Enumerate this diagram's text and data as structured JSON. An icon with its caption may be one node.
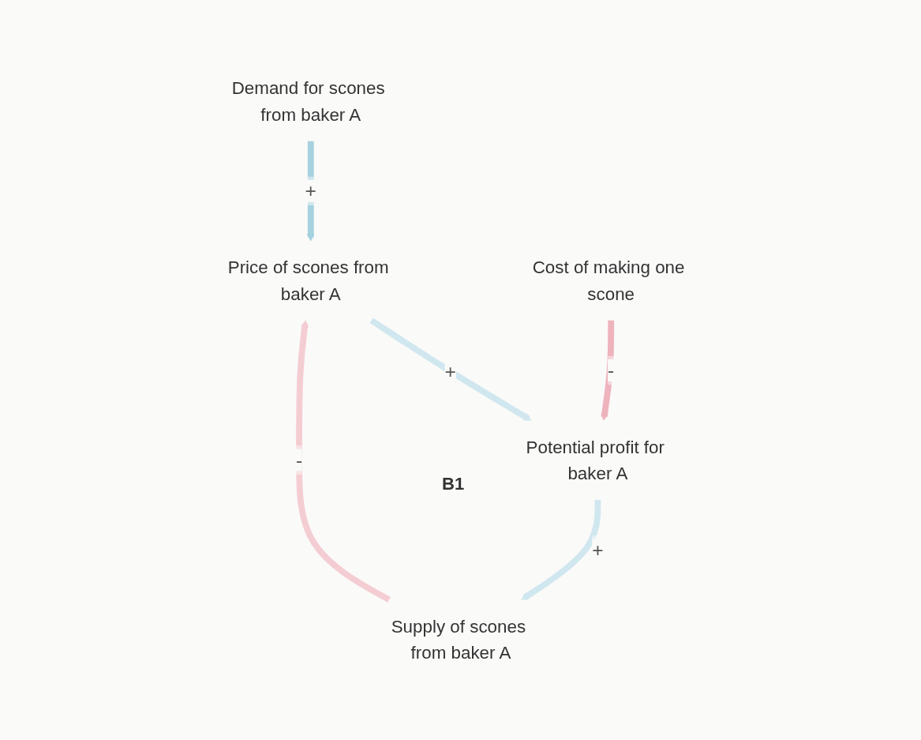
{
  "diagram": {
    "nodes": [
      {
        "text": [
          "Demand for scones from baker A"
        ]
      },
      {
        "text": [
          "Price of scones from baker A"
        ]
      },
      {
        "text": [
          "Potential profit for baker A"
        ]
      },
      {
        "text": [
          "Supply of scones from baker A"
        ]
      },
      {
        "text": [
          "Cost of making one scone"
        ]
      }
    ],
    "edges": [
      {
        "from": 0,
        "to": 1,
        "arrow": "to",
        "label": "+",
        "color": "#a6d2e0"
      },
      {
        "from": 1,
        "to": 2,
        "arrow": "to",
        "label": "+"
      },
      {
        "from": 2,
        "to": 3,
        "arrow": "to",
        "label": "+"
      },
      {
        "from": 3,
        "to": 1,
        "arrow": "to",
        "label": "-",
        "color": "#f4cdd3"
      },
      {
        "from": 4,
        "to": 2,
        "arrow": "to",
        "label": "-",
        "color": "#eeb3bd"
      }
    ],
    "labels": [
      "B1"
    ]
  }
}
